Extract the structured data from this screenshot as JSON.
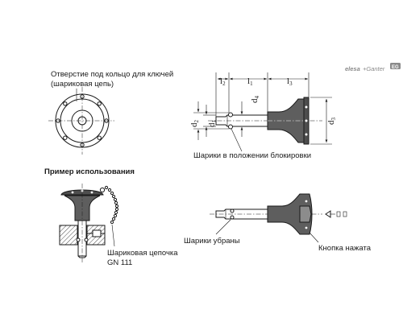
{
  "labels": {
    "key_ring_hole_line1": "Отверстие под кольцо для ключей",
    "key_ring_hole_line2": "(шариковая цепь)",
    "balls_locked": "Шарики в положении блокировки",
    "usage_example": "Пример использования",
    "ball_chain": "Шариковая цепочка",
    "ball_chain_ref": "GN 111",
    "balls_retracted": "Шарики убраны",
    "button_pressed": "Кнопка нажата"
  },
  "dimensions": {
    "l1": {
      "main": "l",
      "sub": "1"
    },
    "l2": {
      "main": "l",
      "sub": "2"
    },
    "l3": {
      "main": "l",
      "sub": "3"
    },
    "d1": {
      "main": "d",
      "sub": "1"
    },
    "d2": {
      "main": "d",
      "sub": "2"
    },
    "d3": {
      "main": "d",
      "sub": "3"
    },
    "d4": {
      "main": "d",
      "sub": "4"
    }
  },
  "logo": {
    "brand_a": "elesa",
    "brand_b": "+Ganter",
    "badge": "EG"
  },
  "colors": {
    "ink": "#1a1a1a",
    "part_grey": "#5e5e5e",
    "logo_grey": "#8a8a8a"
  }
}
